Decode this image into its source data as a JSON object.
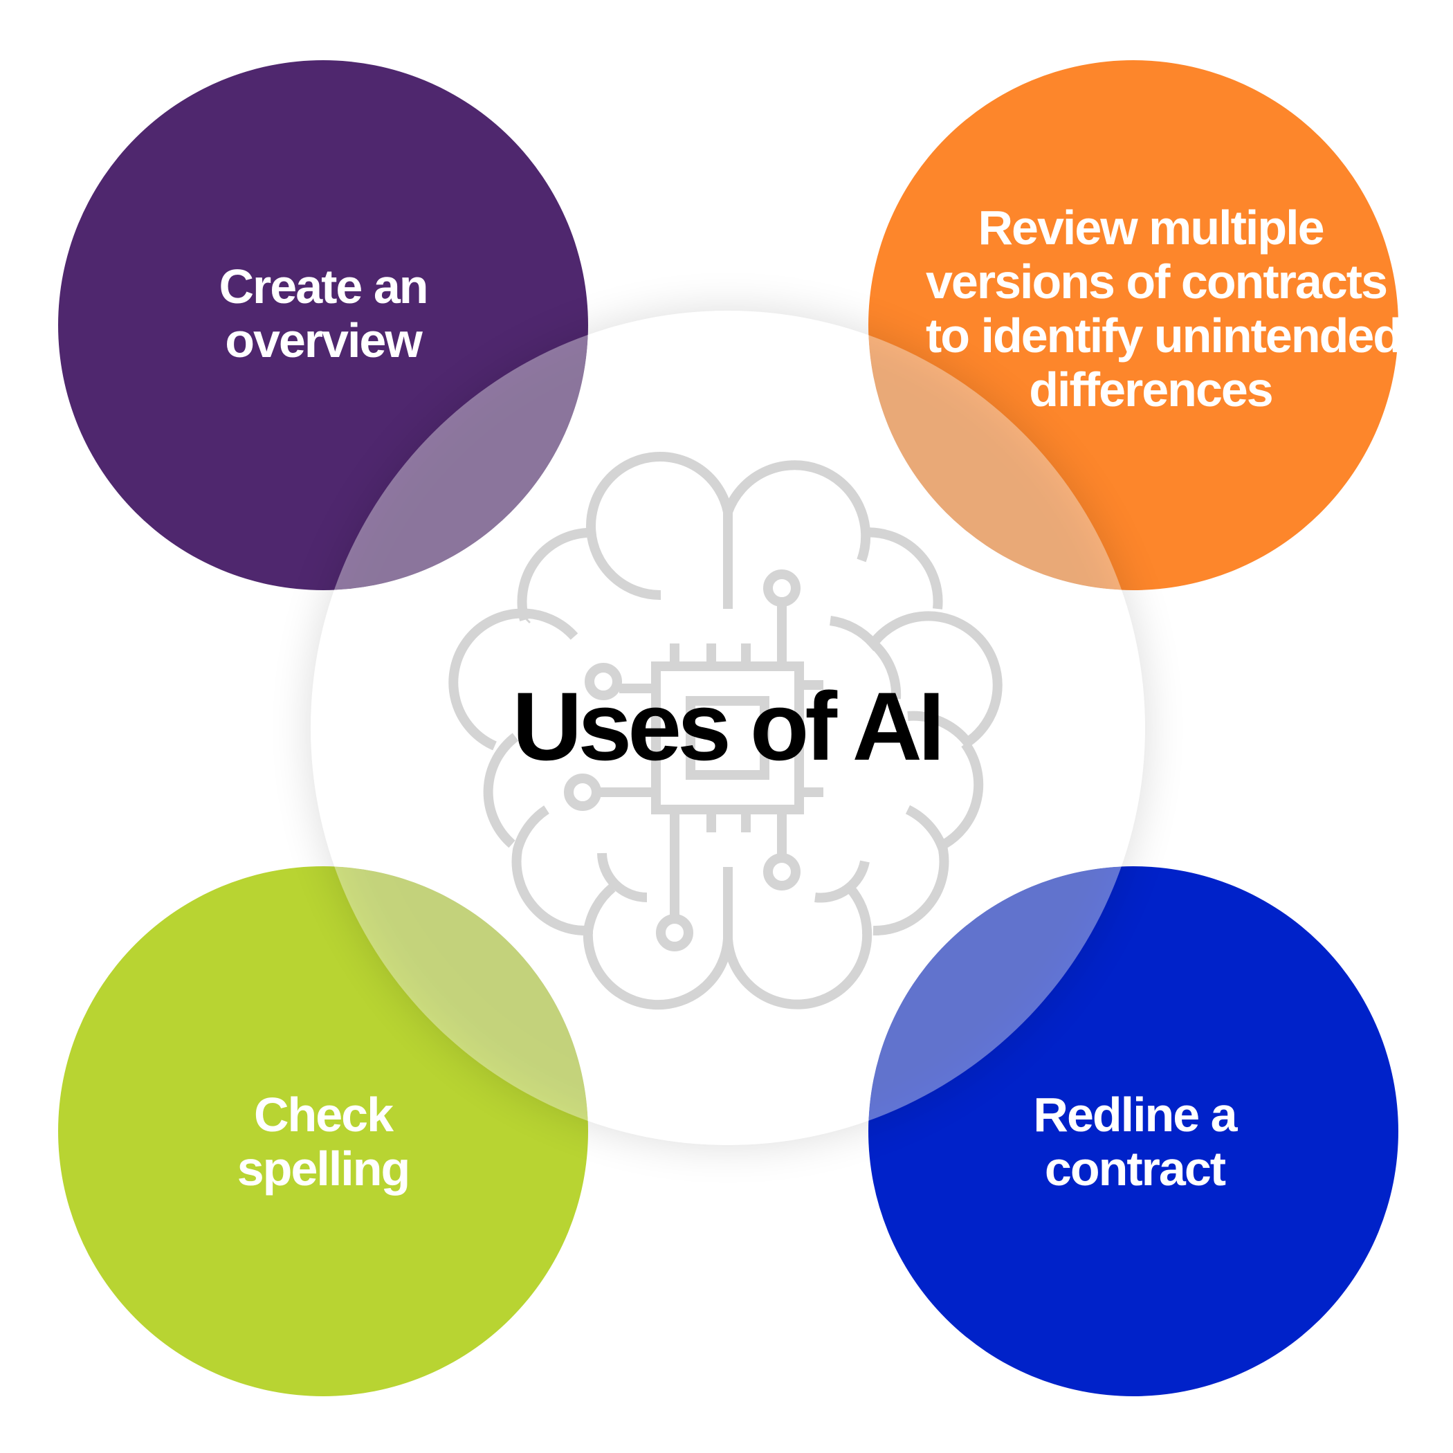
{
  "title": "Uses of AI",
  "icon": "brain-circuit-icon",
  "items": [
    {
      "lines": [
        "Create an",
        "overview"
      ],
      "color": "#4f276e"
    },
    {
      "lines": [
        "Review multiple",
        "versions of contracts",
        "to identify unintended",
        "differences"
      ],
      "color": "#fd862b"
    },
    {
      "lines": [
        "Check",
        "spelling"
      ],
      "color": "#b8d432"
    },
    {
      "lines": [
        "Redline a",
        "contract"
      ],
      "color": "#0022c9"
    }
  ],
  "center_color": "#ffffff",
  "icon_color": "#d4d4d4"
}
